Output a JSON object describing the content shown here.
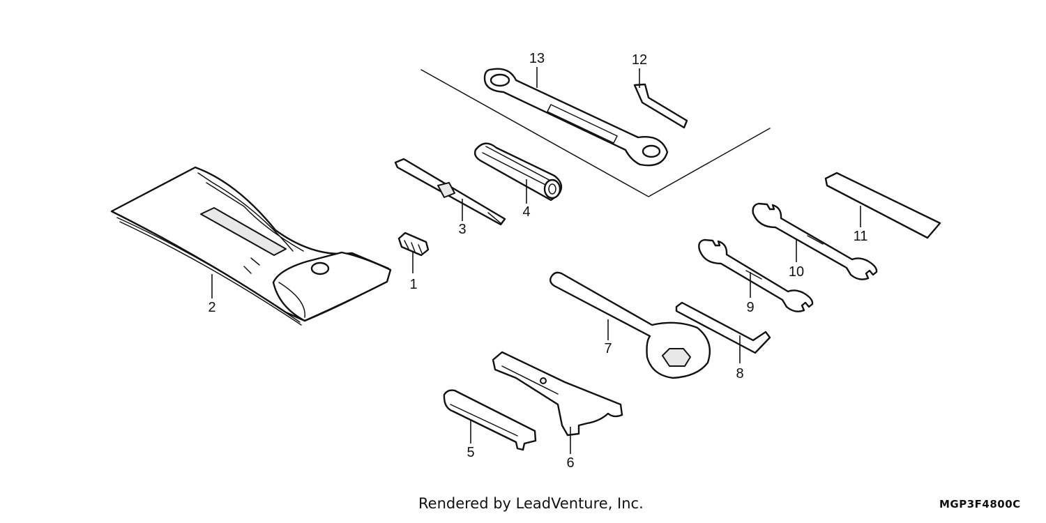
{
  "callouts": [
    "1",
    "2",
    "3",
    "4",
    "5",
    "6",
    "7",
    "8",
    "9",
    "10",
    "11",
    "12",
    "13"
  ],
  "footer": {
    "credit": "Rendered by LeadVenture, Inc.",
    "diagram_code": "MGP3F4800C"
  }
}
